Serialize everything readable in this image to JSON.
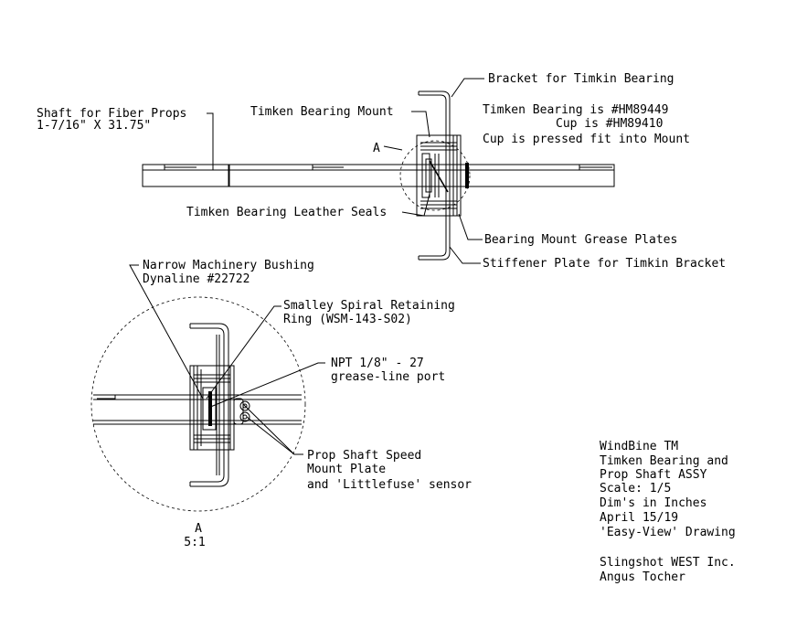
{
  "labels": {
    "shaft": [
      "Shaft for Fiber Props",
      "1-7/16\" X 31.75\""
    ],
    "bearing_mount": "Timken Bearing Mount",
    "bracket": "Bracket for Timkin Bearing",
    "bearing_info": [
      "Timken Bearing is #HM89449",
      "Cup is #HM89410",
      "Cup is pressed fit into Mount"
    ],
    "detail_ref": "A",
    "leather_seals": "Timken Bearing Leather Seals",
    "grease_plates": "Bearing Mount Grease Plates",
    "stiffener": "Stiffener Plate for Timkin Bracket",
    "bushing": [
      "Narrow Machinery Bushing",
      "Dynaline #22722"
    ],
    "retaining_ring": [
      "Smalley Spiral Retaining",
      "Ring (WSM-143-S02)"
    ],
    "grease_port": [
      "NPT 1/8\" - 27",
      "grease-line port"
    ],
    "speed_plate": [
      "Prop Shaft Speed",
      "Mount Plate",
      "and 'Littlefuse' sensor"
    ],
    "detail_caption": [
      "A",
      "5:1"
    ]
  },
  "title_block": {
    "lines": [
      "WindBine TM",
      "Timken Bearing and",
      "Prop Shaft ASSY",
      "Scale: 1/5",
      "Dim's in Inches",
      "April 15/19",
      "'Easy-View' Drawing"
    ],
    "company": [
      "Slingshot WEST Inc.",
      "Angus Tocher"
    ]
  }
}
